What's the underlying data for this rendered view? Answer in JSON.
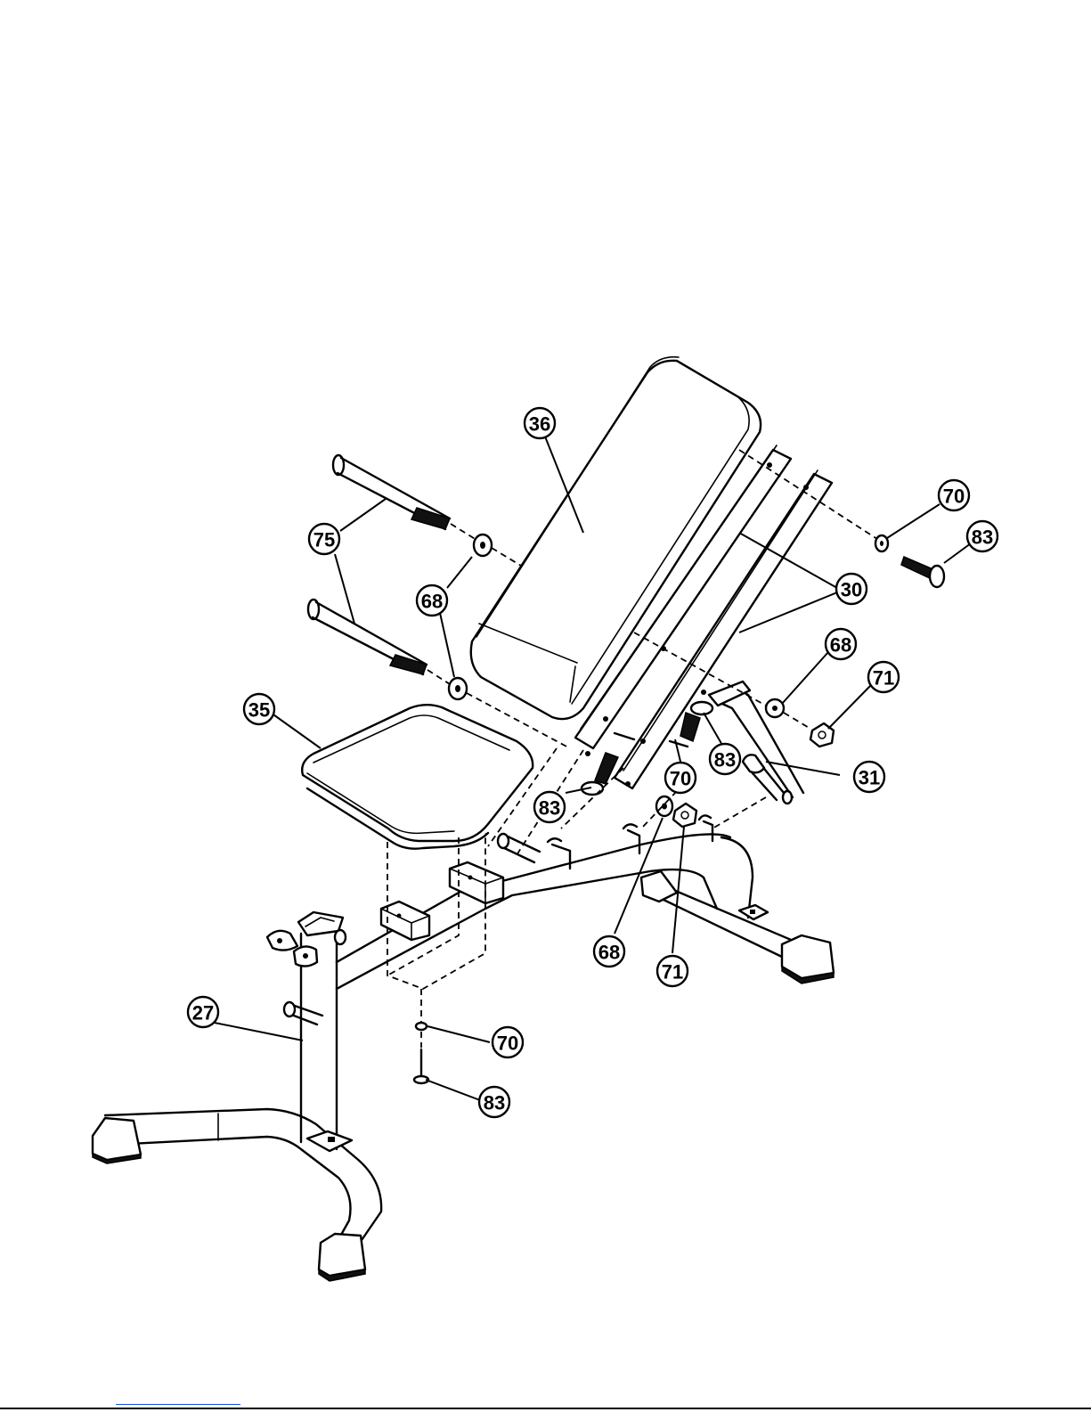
{
  "labels": {
    "c36": "36",
    "c75a": "75",
    "c75b": "75",
    "c68a": "68",
    "c68b": "68",
    "c68c": "68",
    "c70a": "70",
    "c70b": "70",
    "c70c": "70",
    "c83a": "83",
    "c83b": "83",
    "c83c": "83",
    "c83d": "83",
    "c30": "30",
    "c71a": "71",
    "c71b": "71",
    "c31": "31",
    "c35": "35",
    "c27": "27"
  }
}
